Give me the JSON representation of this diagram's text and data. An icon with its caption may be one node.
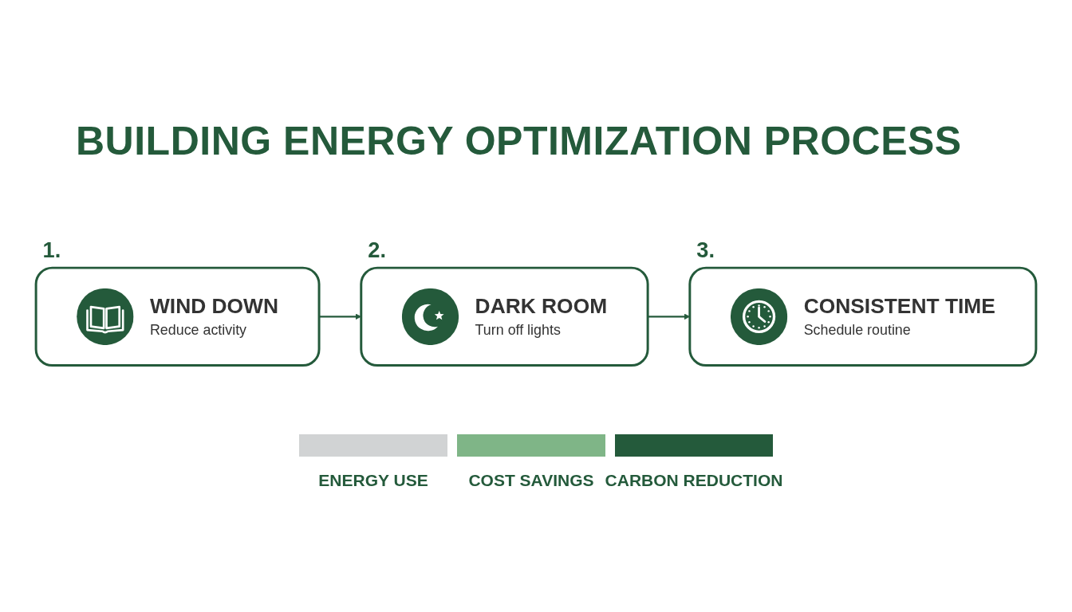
{
  "diagram": {
    "title": "BUILDING ENERGY OPTIMIZATION PROCESS",
    "nodes": [
      {
        "text": [
          "WIND DOWN",
          "Reduce activity"
        ],
        "beside": [
          "1."
        ]
      },
      {
        "text": [
          "DARK ROOM",
          "Turn off lights"
        ],
        "beside": [
          "2."
        ]
      },
      {
        "text": [
          "CONSISTENT TIME",
          "Schedule routine"
        ],
        "beside": [
          "3."
        ]
      }
    ],
    "edges": [
      {
        "from": 0,
        "to": 1,
        "arrow": "to"
      },
      {
        "from": 1,
        "to": 2,
        "arrow": "to"
      }
    ],
    "legend": [
      {
        "text": "ENERGY USE",
        "color": "#d1d3d4"
      },
      {
        "text": "COST SAVINGS",
        "color": "#7fb587"
      },
      {
        "text": "CARBON REDUCTION",
        "color": "#245a3b"
      }
    ]
  }
}
